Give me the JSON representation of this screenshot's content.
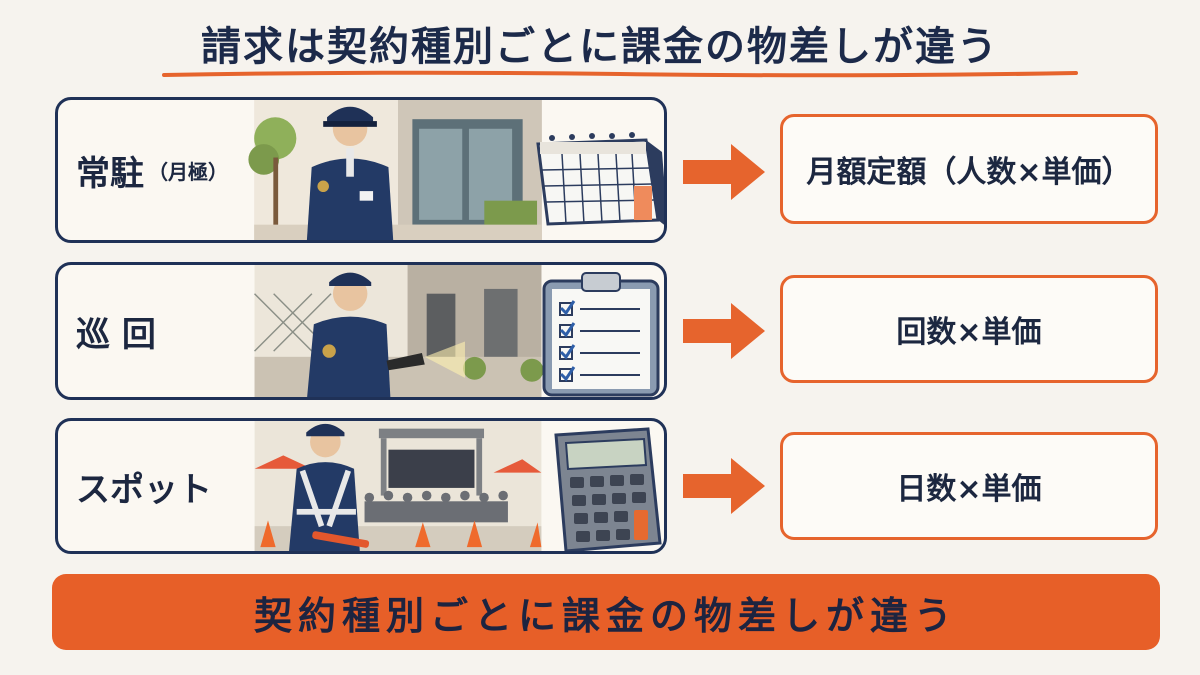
{
  "title": "請求は契約種別ごとに課金の物差しが違う",
  "rows": [
    {
      "label": "常駐",
      "sub_label": "（月極）",
      "result": "月額定額（人数×単価）",
      "prop_icon": "calendar-icon"
    },
    {
      "label": "巡 回",
      "sub_label": "",
      "result": "回数×単価",
      "prop_icon": "checklist-clipboard-icon"
    },
    {
      "label": "スポット",
      "sub_label": "",
      "result": "日数×単価",
      "prop_icon": "calculator-icon"
    }
  ],
  "banner": "契約種別ごとに課金の物差しが違う",
  "colors": {
    "accent": "#e6642d",
    "navy": "#1f3157",
    "background": "#f6f3ee"
  }
}
